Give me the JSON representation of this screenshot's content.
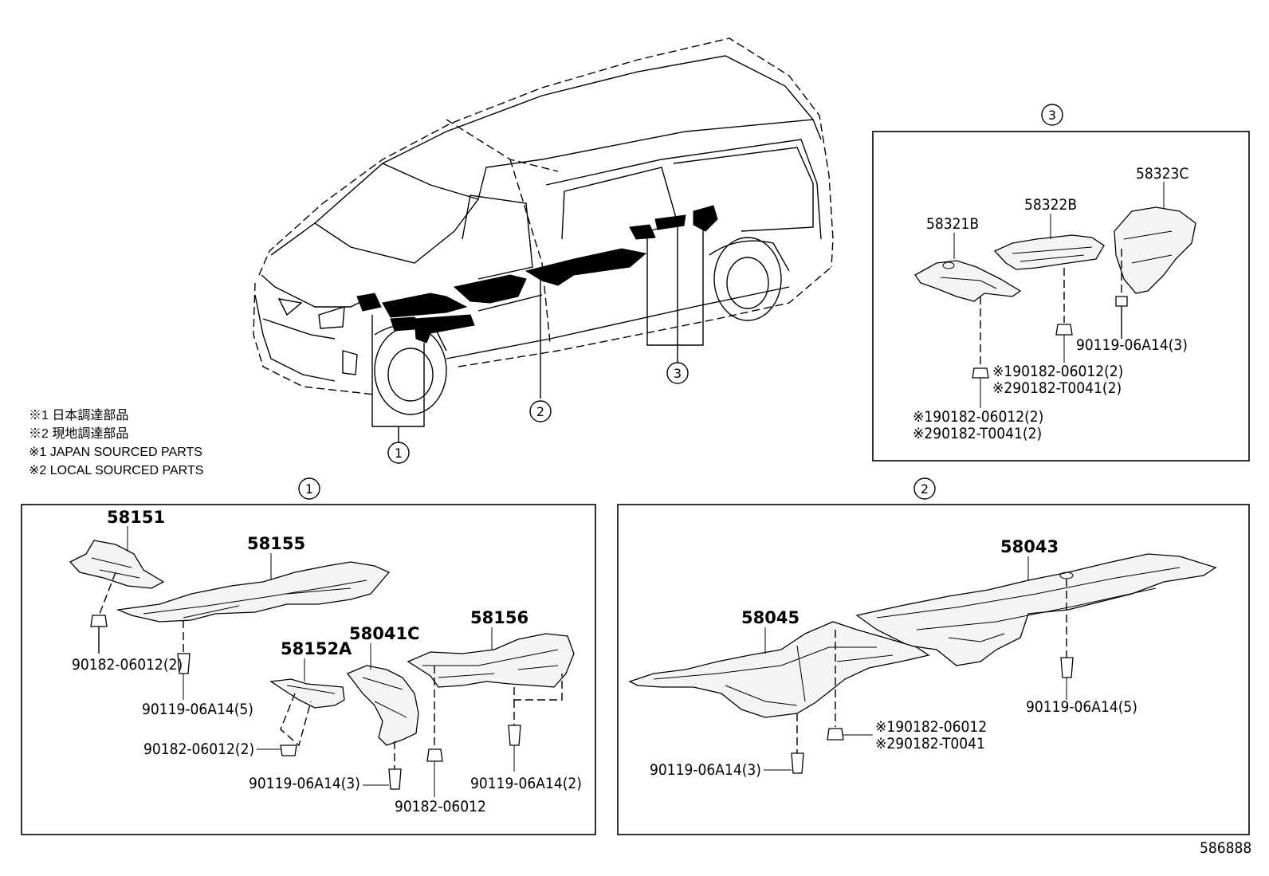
{
  "notes": [
    "※1 日本調達部品",
    "※2 現地調達部品",
    "※1 JAPAN SOURCED PARTS",
    "※2 LOCAL SOURCED PARTS"
  ],
  "callouts": {
    "one": "1",
    "two": "2",
    "three": "3"
  },
  "group1": {
    "parts": {
      "p58151": "58151",
      "p58155": "58155",
      "p58152a": "58152A",
      "p58041c": "58041C",
      "p58156": "58156"
    },
    "fasteners": {
      "f1": "90182-06012(2)",
      "f2": "90119-06A14(5)",
      "f3": "90182-06012(2)",
      "f4": "90119-06A14(3)",
      "f5": "90182-06012",
      "f6": "90119-06A14(2)"
    }
  },
  "group2": {
    "parts": {
      "p58043": "58043",
      "p58045": "58045"
    },
    "fasteners": {
      "f1": "90119-06A14(5)",
      "f2": "90119-06A14(3)",
      "f3": "※190182-06012",
      "f4": "※290182-T0041"
    }
  },
  "group3": {
    "parts": {
      "p58321b": "58321B",
      "p58322b": "58322B",
      "p58323c": "58323C"
    },
    "fasteners": {
      "f1": "90119-06A14(3)",
      "f2": "※190182-06012(2)",
      "f3": "※290182-T0041(2)",
      "f4": "※190182-06012(2)",
      "f5": "※290182-T0041(2)"
    }
  },
  "diagram_id": "586888"
}
